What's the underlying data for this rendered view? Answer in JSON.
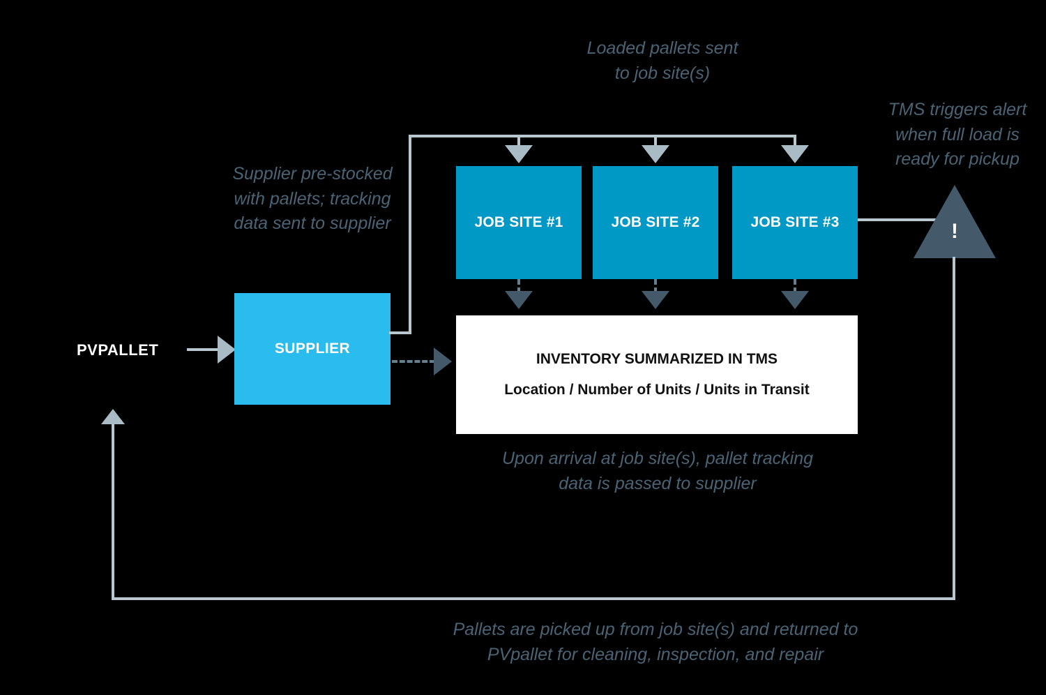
{
  "diagram": {
    "title_text_color": "#4A6375",
    "colors": {
      "job_site_blue": "#0099C6",
      "supplier_blue": "#2BBCEE",
      "inventory_white": "#FFFFFF",
      "alert_slate": "#44596A",
      "connector_gray": "#B9C7D0",
      "background": "#000000"
    },
    "source_label": "PVPALLET",
    "supplier": {
      "label": "SUPPLIER"
    },
    "job_sites": [
      {
        "label": "JOB SITE #1"
      },
      {
        "label": "JOB SITE #2"
      },
      {
        "label": "JOB SITE #3"
      }
    ],
    "inventory": {
      "heading": "INVENTORY SUMMARIZED IN TMS",
      "subheading": "Location / Number of Units / Units in Transit"
    },
    "alert": {
      "symbol": "!"
    },
    "notes": {
      "loaded_pallets": "Loaded pallets sent\nto job site(s)",
      "tms_alert": "TMS triggers alert\nwhen full load is\nready for pickup",
      "supplier_prestocked": "Supplier pre-stocked\nwith pallets; tracking\ndata sent to supplier",
      "upon_arrival": "Upon arrival at job site(s), pallet tracking\ndata is passed to supplier",
      "pickup_return": "Pallets are picked up from job site(s) and returned to\nPVpallet for cleaning, inspection, and repair"
    }
  }
}
